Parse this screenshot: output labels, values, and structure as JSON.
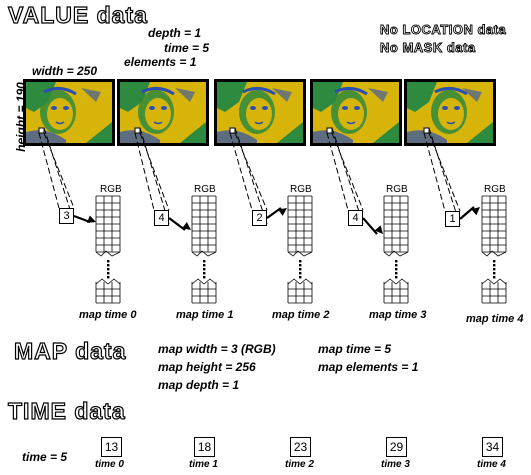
{
  "value_section": {
    "title": "VALUE data",
    "depth": "depth = 1",
    "time": "time = 5",
    "elements": "elements = 1",
    "width": "width = 250",
    "height": "height = 190",
    "no_location": "No LOCATION data",
    "no_mask": "No MASK data"
  },
  "frames": [
    {
      "pixel_value": "3",
      "map_label": "RGB",
      "caption": "map time 0"
    },
    {
      "pixel_value": "4",
      "map_label": "RGB",
      "caption": "map time 1"
    },
    {
      "pixel_value": "2",
      "map_label": "RGB",
      "caption": "map time 2"
    },
    {
      "pixel_value": "4",
      "map_label": "RGB",
      "caption": "map time 3"
    },
    {
      "pixel_value": "1",
      "map_label": "RGB",
      "caption": "map time 4"
    }
  ],
  "map_section": {
    "title": "MAP data",
    "map_width": "map width = 3 (RGB)",
    "map_height": "map height = 256",
    "map_depth": "map depth = 1",
    "map_time": "map time = 5",
    "map_elements": "map elements = 1"
  },
  "time_section": {
    "title": "TIME data",
    "time": "time = 5",
    "values": [
      {
        "value": "13",
        "label": "time 0"
      },
      {
        "value": "18",
        "label": "time 1"
      },
      {
        "value": "23",
        "label": "time 2"
      },
      {
        "value": "29",
        "label": "time 3"
      },
      {
        "value": "34",
        "label": "time 4"
      }
    ]
  },
  "colors": {
    "image_yellow": "#d6b40a",
    "image_green": "#2e8a3e",
    "image_blue": "#2a4fb0",
    "outline": "#000000"
  }
}
